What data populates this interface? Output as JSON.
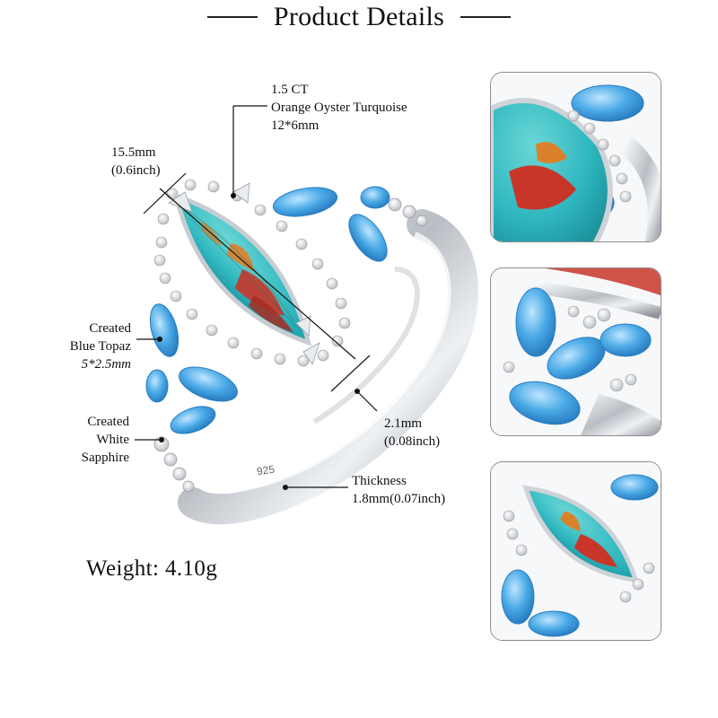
{
  "title": "Product Details",
  "annotations": {
    "center_stone": [
      "1.5 CT",
      "Orange Oyster Turquoise",
      "12*6mm"
    ],
    "length": [
      "15.5mm",
      "(0.6inch)"
    ],
    "side_stone": [
      "Created",
      "Blue Topaz",
      "5*2.5mm"
    ],
    "accent_stone": [
      "Created",
      "White",
      "Sapphire"
    ],
    "band_width": [
      "2.1mm",
      "(0.08inch)"
    ],
    "thickness": [
      "Thickness",
      "1.8mm(0.07inch)"
    ]
  },
  "band_stamp": "925",
  "weight": "Weight: 4.10g",
  "thumbnails": [
    {
      "view": "top-closeup"
    },
    {
      "view": "side-closeup"
    },
    {
      "view": "angle-closeup"
    }
  ],
  "colors": {
    "turquoise": "#2fb7bf",
    "oyster_red": "#c8362a",
    "oyster_orange": "#d9822b",
    "blue_topaz": "#4aa9e6",
    "silver": "#d9dde2",
    "frame": "#8c8c8c"
  }
}
